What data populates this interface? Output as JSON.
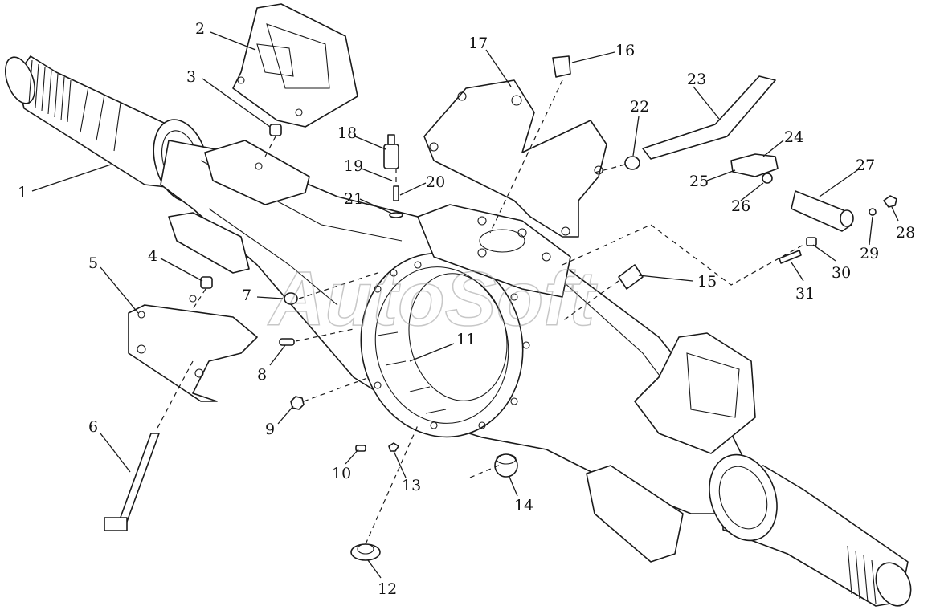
{
  "watermark": "AutoSoft",
  "callouts": [
    "1",
    "2",
    "3",
    "4",
    "5",
    "6",
    "7",
    "8",
    "9",
    "10",
    "11",
    "12",
    "13",
    "14",
    "15",
    "16",
    "17",
    "18",
    "19",
    "20",
    "21",
    "22",
    "23",
    "24",
    "25",
    "26",
    "27",
    "28",
    "29",
    "30",
    "31"
  ],
  "colors": {
    "line": "#1a1a1a",
    "background": "#ffffff",
    "watermark": "#9a9a9a"
  }
}
